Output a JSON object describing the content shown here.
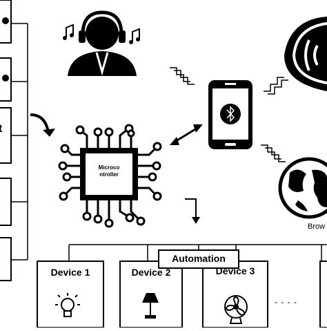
{
  "diagram": {
    "left_partial_labels": [
      "t"
    ],
    "automation_label": "Automation",
    "microcontroller_label_line1": "Microco",
    "microcontroller_label_line2": "ntroller",
    "bluetooth_glyph": "bluetooth-icon",
    "browser_partial_label": "Brow",
    "devices": [
      {
        "label": "Device 1",
        "icon": "light-bulb-icon"
      },
      {
        "label": "Device 2",
        "icon": "lamp-icon"
      },
      {
        "label": "Device 3",
        "icon": "fan-icon"
      }
    ],
    "ellipsis": "- - - -"
  }
}
